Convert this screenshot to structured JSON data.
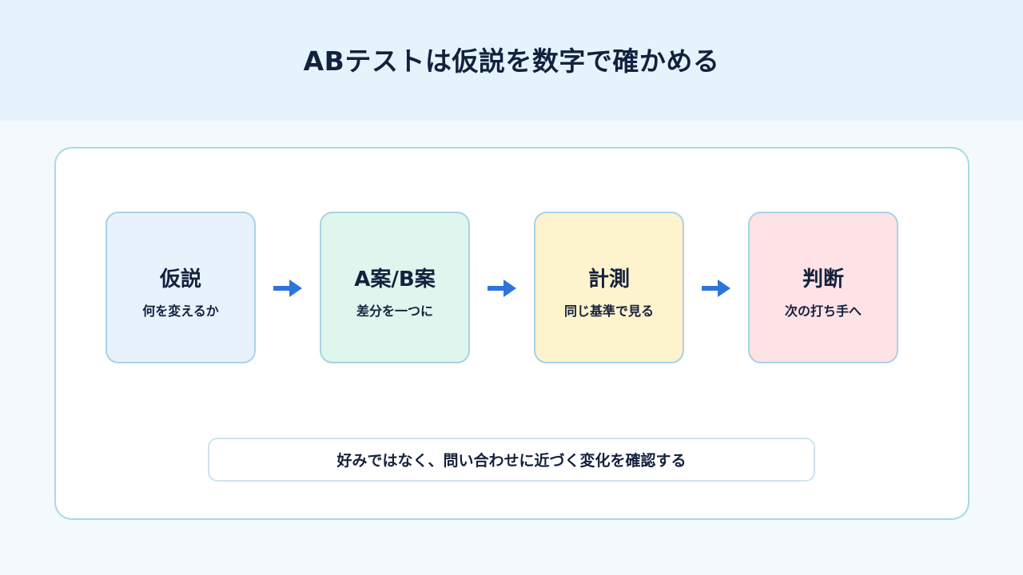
{
  "title": "ABテストは仮説を数字で確かめる",
  "steps": [
    {
      "title": "仮説",
      "subtitle": "何を変えるか",
      "color": "#e8f2fc"
    },
    {
      "title": "A案/B案",
      "subtitle": "差分を一つに",
      "color": "#def6ee"
    },
    {
      "title": "計測",
      "subtitle": "同じ基準で見る",
      "color": "#fdf3cd"
    },
    {
      "title": "判断",
      "subtitle": "次の打ち手へ",
      "color": "#fde2e6"
    }
  ],
  "arrow_color": "#2f74dc",
  "footer": "好みではなく、問い合わせに近づく変化を確認する"
}
